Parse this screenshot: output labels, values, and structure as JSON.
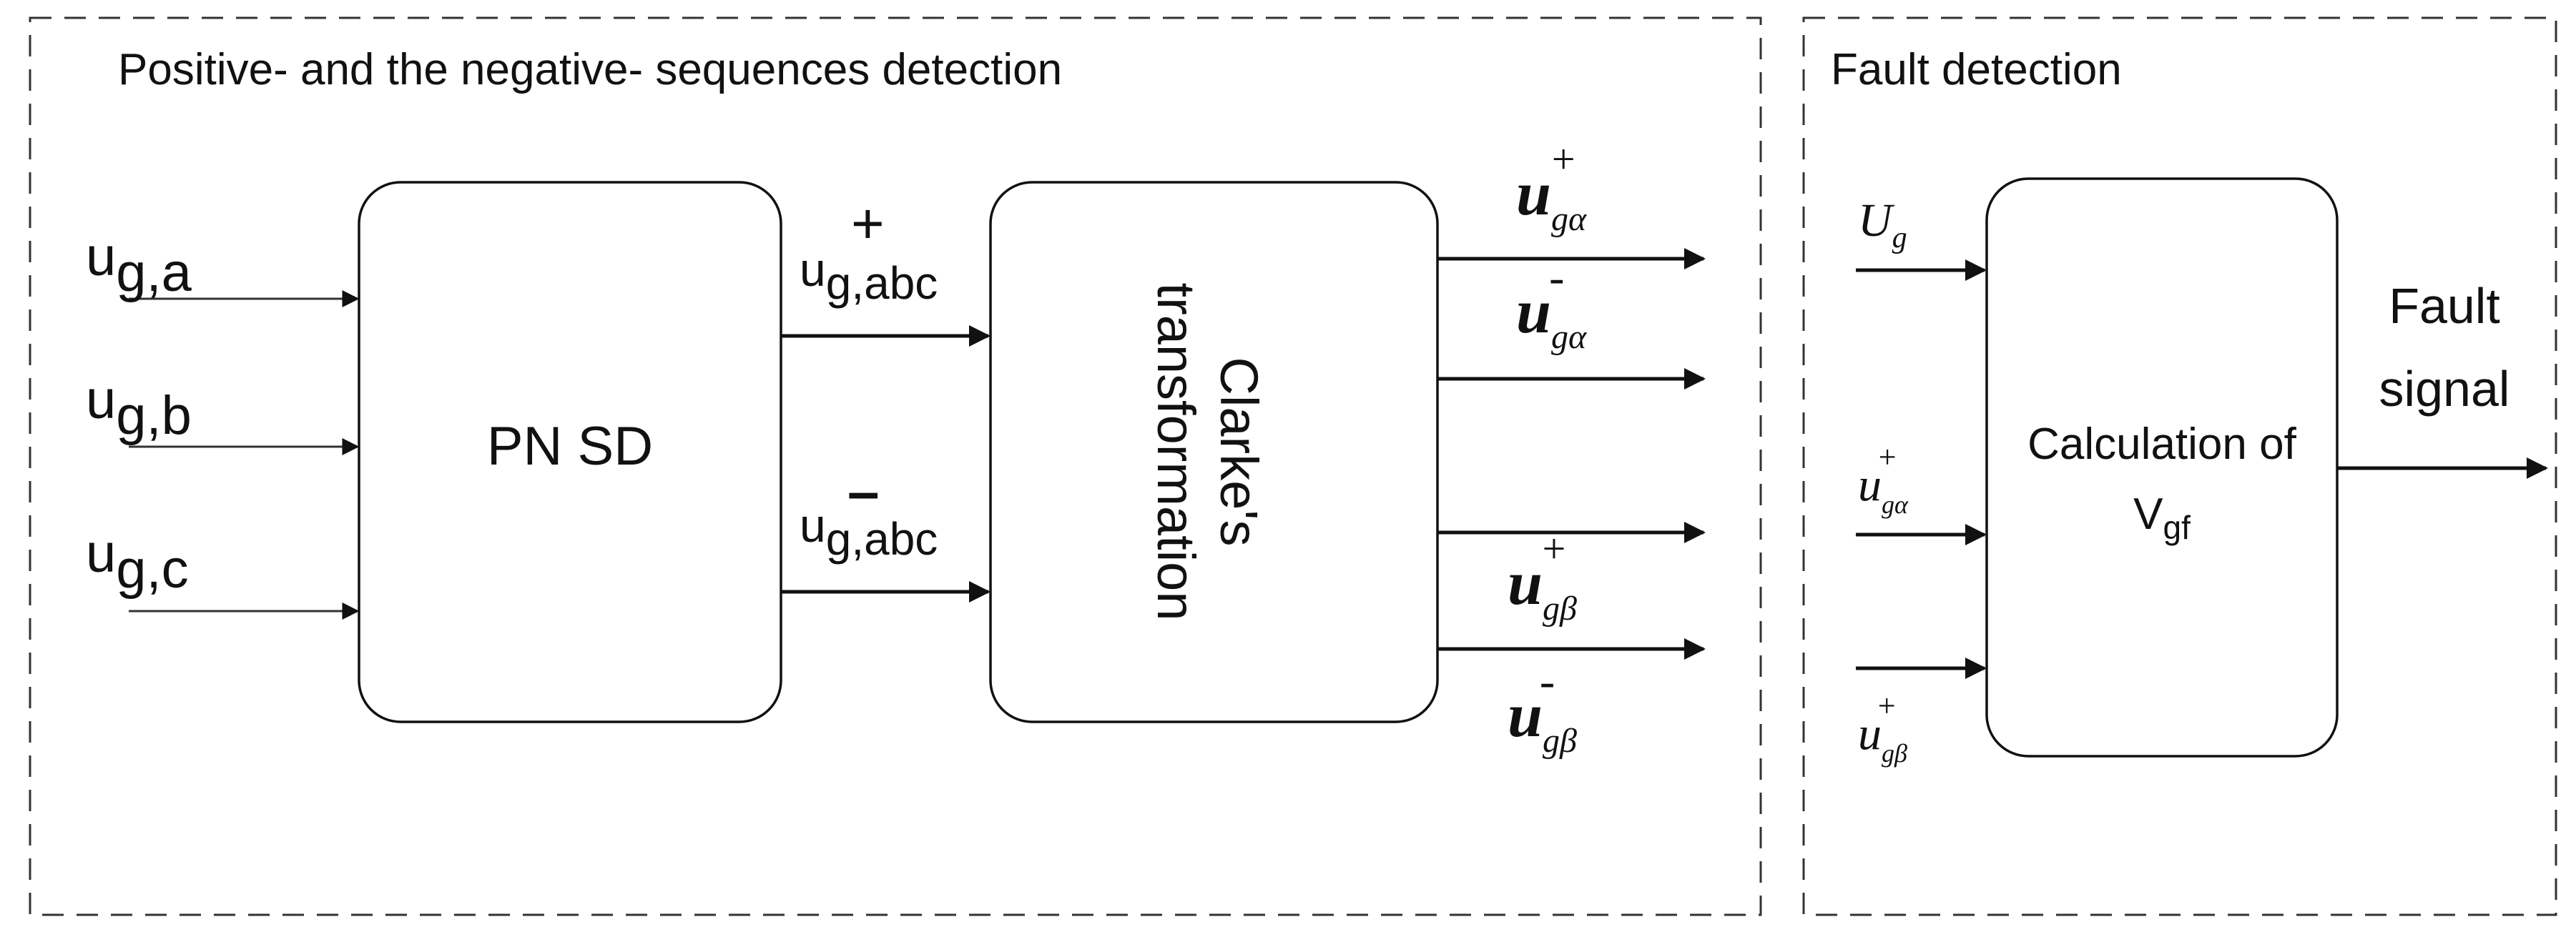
{
  "regions": {
    "sequence_detection": {
      "title": "Positive- and the negative- sequences detection"
    },
    "fault_detection": {
      "title": "Fault detection"
    }
  },
  "blocks": {
    "pn_sd": {
      "label": "PN SD"
    },
    "clarke": {
      "line1": "Clarke's",
      "line2": "transformation"
    },
    "calc": {
      "line1": "Calculation of",
      "v_main": "V",
      "v_sub": "gf"
    }
  },
  "inputs": [
    {
      "main": "u",
      "sub": "g,a"
    },
    {
      "main": "u",
      "sub": "g,b"
    },
    {
      "main": "u",
      "sub": "g,c"
    }
  ],
  "pn_outputs": [
    {
      "main": "u",
      "sub": "g,abc",
      "sup": "+"
    },
    {
      "main": "u",
      "sub": "g,abc",
      "sup": "–"
    }
  ],
  "clarke_outputs": [
    {
      "main": "u",
      "sub": "gα",
      "sup": "+"
    },
    {
      "main": "u",
      "sub": "gα",
      "sup": "-"
    },
    {
      "main": "u",
      "sub": "gβ",
      "sup": "+"
    },
    {
      "main": "u",
      "sub": "gβ",
      "sup": "-"
    }
  ],
  "fault_inputs": [
    {
      "main": "U",
      "sub": "g",
      "sup": ""
    },
    {
      "main": "u",
      "sub": "gα",
      "sup": "+"
    },
    {
      "main": "u",
      "sub": "gβ",
      "sup": "+"
    }
  ],
  "output": {
    "line1": "Fault",
    "line2": "signal"
  }
}
